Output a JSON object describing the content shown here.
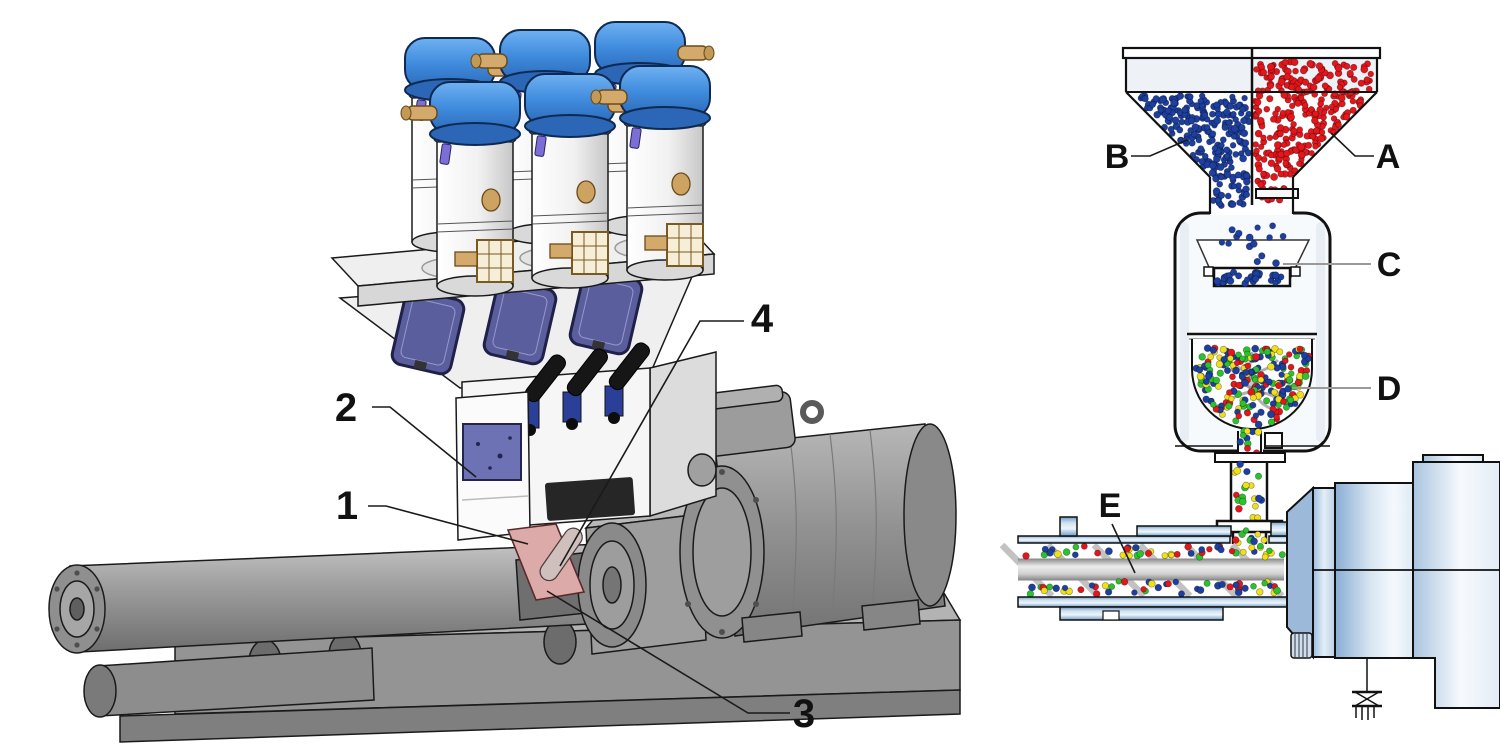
{
  "figure": {
    "left": {
      "description": "3D view of single-screw extruder with gravimetric batch blender and six hopper loaders",
      "callouts": [
        {
          "label": "1"
        },
        {
          "label": "2"
        },
        {
          "label": "3"
        },
        {
          "label": "4"
        }
      ]
    },
    "right": {
      "description": "Schematic of pellet dosing, weighing, mixing and extrusion",
      "labels": [
        {
          "id": "A"
        },
        {
          "id": "B"
        },
        {
          "id": "C"
        },
        {
          "id": "D"
        },
        {
          "id": "E"
        }
      ],
      "pellets": {
        "colors": {
          "blue": "#1d3f9f",
          "red": "#e5161b",
          "green": "#2bc32b",
          "yellow": "#f0e019"
        },
        "mix_weights": {
          "blue": 0.3,
          "red": 0.22,
          "green": 0.24,
          "yellow": 0.24
        },
        "regions": [
          {
            "name": "hopper-b",
            "color": "blue",
            "count": 250
          },
          {
            "name": "hopper-a",
            "color": "red",
            "count": 300
          },
          {
            "name": "weigh-falling",
            "color": "blue",
            "count": 15
          },
          {
            "name": "weigh-heap",
            "color": "blue",
            "count": 30
          },
          {
            "name": "mixing-bowl",
            "color": "mix",
            "count": 230
          },
          {
            "name": "outlet-stream",
            "color": "mix",
            "count": 13
          },
          {
            "name": "feed-tube",
            "color": "mix",
            "count": 26
          },
          {
            "name": "throat",
            "color": "mix",
            "count": 9
          },
          {
            "name": "screw-channel",
            "color": "mix",
            "count": 95
          }
        ]
      }
    },
    "palette": {
      "lid_blue": "#3f8bdd",
      "lid_blue_dark": "#2b67b6",
      "lid_blue_light": "#6fb1f2",
      "window_violet": "#5b5e9c",
      "panel_violet": "#6d72b4",
      "fitting_tan": "#d4aa6c",
      "clip_purple": "#7b6fd6",
      "feed_pipe_pink": "#dcaaa8",
      "machine_gray": "#9a9a9a",
      "steel_blue": "#8fb3d8",
      "outline": "#1a1a1a"
    }
  }
}
